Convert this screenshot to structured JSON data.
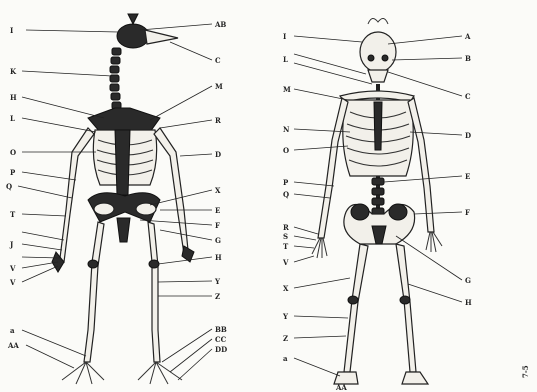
{
  "left_labels": {
    "left_side": [
      "I",
      "K",
      "H",
      "L",
      "O",
      "P",
      "Q",
      "T",
      "J",
      "V",
      "V",
      "a",
      "AA"
    ],
    "right_side": [
      "AB",
      "C",
      "M",
      "R",
      "D",
      "X",
      "E",
      "F",
      "G",
      "H",
      "Y",
      "Z",
      "BB",
      "CC",
      "DD"
    ]
  },
  "right_labels": {
    "left_side": [
      "I",
      "L",
      "M",
      "N",
      "O",
      "P",
      "Q",
      "R",
      "S",
      "T",
      "V",
      "X",
      "Y",
      "Z",
      "a"
    ],
    "right_side": [
      "A",
      "B",
      "C",
      "D",
      "E",
      "F",
      "G",
      "H"
    ],
    "bottom": "AA"
  },
  "corner_note": "7-5"
}
